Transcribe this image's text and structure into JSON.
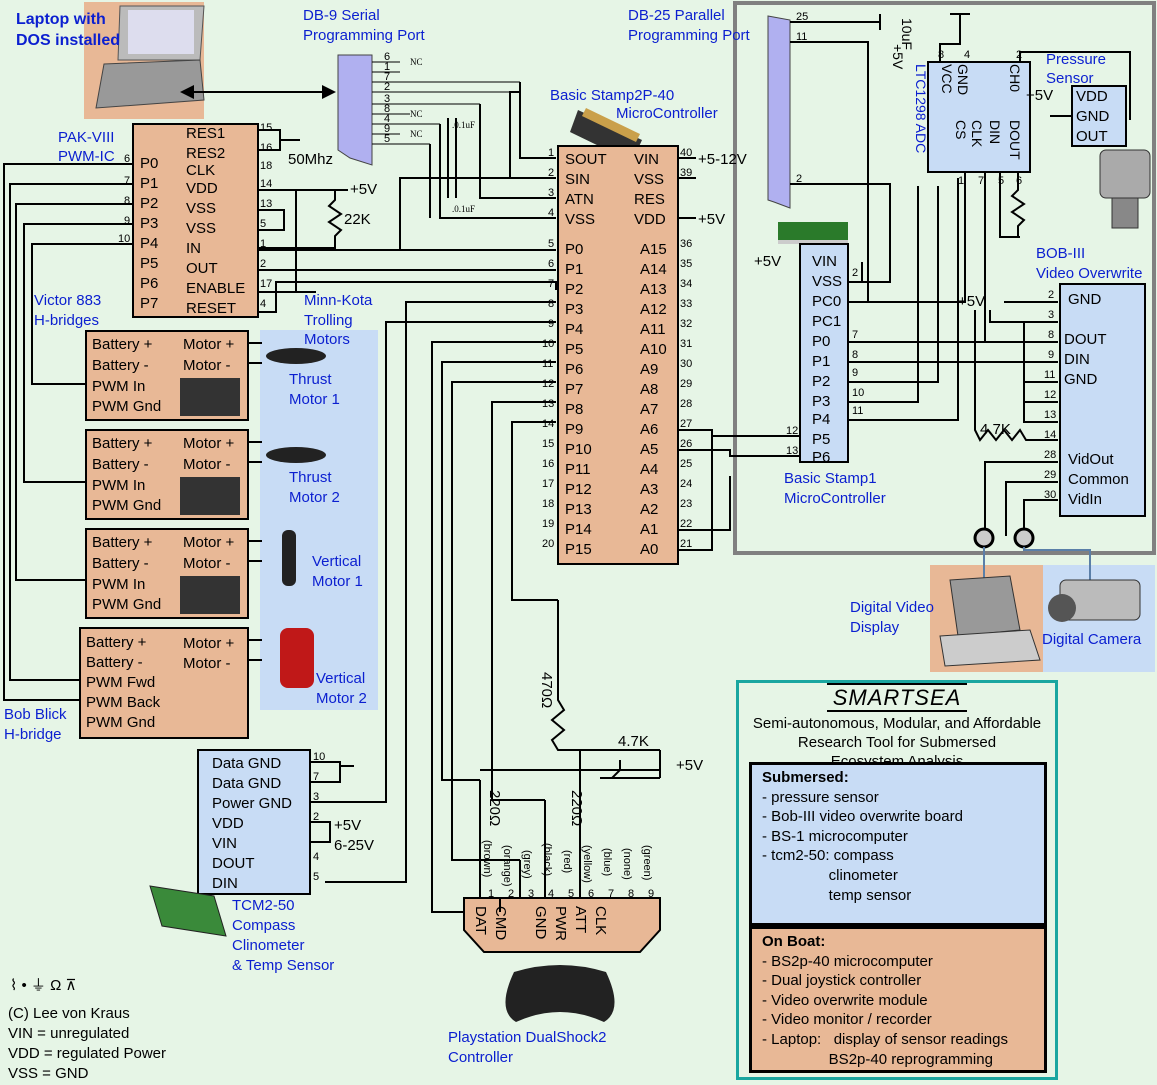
{
  "colors": {
    "background": "#e6f5e6",
    "tan": "#e8b896",
    "light_blue": "#c8dcf5",
    "label_blue": "#0b1fd0",
    "legend_border": "#1aa6a0"
  },
  "laptop": {
    "label": "Laptop with\nDOS installed",
    "icon": "laptop-icon"
  },
  "db9": {
    "label": "DB-9 Serial\nProgramming Port",
    "pins": [
      "6",
      "1",
      "7",
      "2",
      "3",
      "8",
      "4",
      "9",
      "5"
    ],
    "nc": "NC",
    "cap": ".0.1uF"
  },
  "db25": {
    "label": "DB-25 Parallel\nProgramming Port",
    "pins": [
      "25",
      "11",
      "2"
    ]
  },
  "ltc": {
    "name": "LTC1298 ADC",
    "pins_top": [
      "8",
      "4",
      "2"
    ],
    "left_labels": [
      "VCC",
      "GND"
    ],
    "right_labels": [
      "CH0",
      "DIN",
      "CLK",
      "CS",
      "DOUT"
    ],
    "pins_bot": [
      "1",
      "7",
      "5",
      "6"
    ],
    "cap": "10uF",
    "vplus": "+5V"
  },
  "pressure": {
    "label": "Pressure\nSensor",
    "pins": [
      "VDD",
      "GND",
      "OUT"
    ],
    "vplus": "+5V"
  },
  "pak": {
    "label": "PAK-VIII\nPWM-IC",
    "left_pins": [
      "6",
      "7",
      "8",
      "9",
      "10"
    ],
    "left_labels": [
      "P0",
      "P1",
      "P2",
      "P3",
      "P4",
      "P5",
      "P6",
      "P7"
    ],
    "right_labels": [
      "RES1",
      "RES2",
      "CLK",
      "VDD",
      "VSS",
      "VSS",
      "IN",
      "OUT",
      "ENABLE",
      "RESET"
    ],
    "right_pins": [
      "15",
      "16",
      "18",
      "14",
      "13",
      "5",
      "1",
      "2",
      "17",
      "4"
    ],
    "osc": "50Mhz",
    "res": "22K",
    "vplus": "+5V"
  },
  "bs2": {
    "label": "Basic Stamp2P-40\nMicroController",
    "left_labels": [
      "SOUT",
      "SIN",
      "ATN",
      "VSS",
      "P0",
      "P1",
      "P2",
      "P3",
      "P4",
      "P5",
      "P6",
      "P7",
      "P8",
      "P9",
      "P10",
      "P11",
      "P12",
      "P13",
      "P14",
      "P15"
    ],
    "left_pins": [
      "1",
      "2",
      "3",
      "4",
      "5",
      "6",
      "7",
      "8",
      "9",
      "10",
      "11",
      "12",
      "13",
      "14",
      "15",
      "16",
      "17",
      "18",
      "19",
      "20"
    ],
    "right_labels": [
      "VIN",
      "VSS",
      "RES",
      "VDD",
      "A15",
      "A14",
      "A13",
      "A12",
      "A11",
      "A10",
      "A9",
      "A8",
      "A7",
      "A6",
      "A5",
      "A4",
      "A3",
      "A2",
      "A1",
      "A0"
    ],
    "right_pins": [
      "40",
      "39",
      "",
      "",
      "36",
      "35",
      "34",
      "33",
      "32",
      "31",
      "30",
      "29",
      "28",
      "27",
      "26",
      "25",
      "24",
      "23",
      "22",
      "21"
    ],
    "vin": "+5-12V",
    "vdd": "+5V"
  },
  "bs1": {
    "label": "Basic Stamp1\nMicroController",
    "labels": [
      "VIN",
      "VSS",
      "PC0",
      "PC1",
      "P0",
      "P1",
      "P2",
      "P3",
      "P4",
      "P5",
      "P6"
    ],
    "pins": [
      "",
      "2",
      "",
      "",
      "7",
      "8",
      "9",
      "10",
      "11",
      "12",
      "13"
    ],
    "vplus": "+5V"
  },
  "bob": {
    "label": "BOB-III\nVideo Overwrite",
    "labels": [
      "GND",
      "DOUT",
      "DIN",
      "GND",
      "VidOut",
      "Common",
      "VidIn"
    ],
    "pins": [
      "2",
      "3",
      "8",
      "9",
      "11",
      "12",
      "13",
      "14",
      "28",
      "29",
      "30"
    ],
    "res": "4.7K",
    "vplus": "+5V"
  },
  "hbridges": {
    "group_label": "Victor 883\nH-bridges",
    "rows": [
      [
        "Battery +",
        "Motor +"
      ],
      [
        "Battery -",
        "Motor -"
      ],
      [
        "PWM In",
        ""
      ],
      [
        "PWM Gnd",
        ""
      ]
    ],
    "bob_rows": [
      "Battery +",
      "Battery -",
      "PWM Fwd",
      "PWM Back",
      "PWM Gnd"
    ],
    "bob_label": "Bob Blick\nH-bridge"
  },
  "motors": {
    "group_label": "Minn-Kota\nTrolling\nMotors",
    "names": [
      "Thrust\nMotor 1",
      "Thrust\nMotor 2",
      "Vertical\nMotor 1",
      "Vertical\nMotor 2"
    ]
  },
  "tcm": {
    "label": "TCM2-50\nCompass\nClinometer\n& Temp Sensor",
    "labels": [
      "Data GND",
      "Data GND",
      "Power GND",
      "VDD",
      "VIN",
      "DOUT",
      "DIN"
    ],
    "pins": [
      "10",
      "7",
      "3",
      "2",
      "4",
      "5"
    ],
    "vdd": "+5V",
    "vin": "6-25V"
  },
  "controller": {
    "label": "Playstation DualShock2\nController",
    "pins": [
      "1",
      "2",
      "3",
      "4",
      "5",
      "6",
      "7",
      "8",
      "9"
    ],
    "wires": [
      "(brown)",
      "(orange)",
      "(grey)",
      "(black)",
      "(red)",
      "(yellow)",
      "(blue)",
      "(none)",
      "(green)"
    ],
    "signals": [
      "DAT",
      "CMD",
      "GND",
      "PWR",
      "ATT",
      "CLK"
    ],
    "r1": "470Ω",
    "r2": "220Ω",
    "r3": "220Ω",
    "r4": "4.7K",
    "vplus": "+5V"
  },
  "video": {
    "display": "Digital Video\nDisplay",
    "camera": "Digital Camera"
  },
  "footer": {
    "symbols": "⌇ • ⏚ Ω ⊼",
    "credit": "(C) Lee von Kraus",
    "vin": "VIN = unregulated",
    "vdd": "VDD = regulated Power",
    "vss": "VSS = GND"
  },
  "legend": {
    "logo": "SMARTSEA",
    "desc": "Semi-autonomous, Modular, and Affordable\nResearch Tool for Submersed\nEcosystem  Analysis",
    "submersed_title": "Submersed:",
    "submersed": [
      "- pressure sensor",
      "- Bob-III video overwrite board",
      "- BS-1 microcomputer",
      "- tcm2-50: compass",
      "                clinometer",
      "                temp sensor"
    ],
    "onboat_title": "On Boat:",
    "onboat": [
      "- BS2p-40 microcomputer",
      "- Dual joystick controller",
      "- Video overwrite module",
      "- Video monitor / recorder",
      "- Laptop:   display of sensor readings",
      "                BS2p-40 reprogramming"
    ]
  }
}
